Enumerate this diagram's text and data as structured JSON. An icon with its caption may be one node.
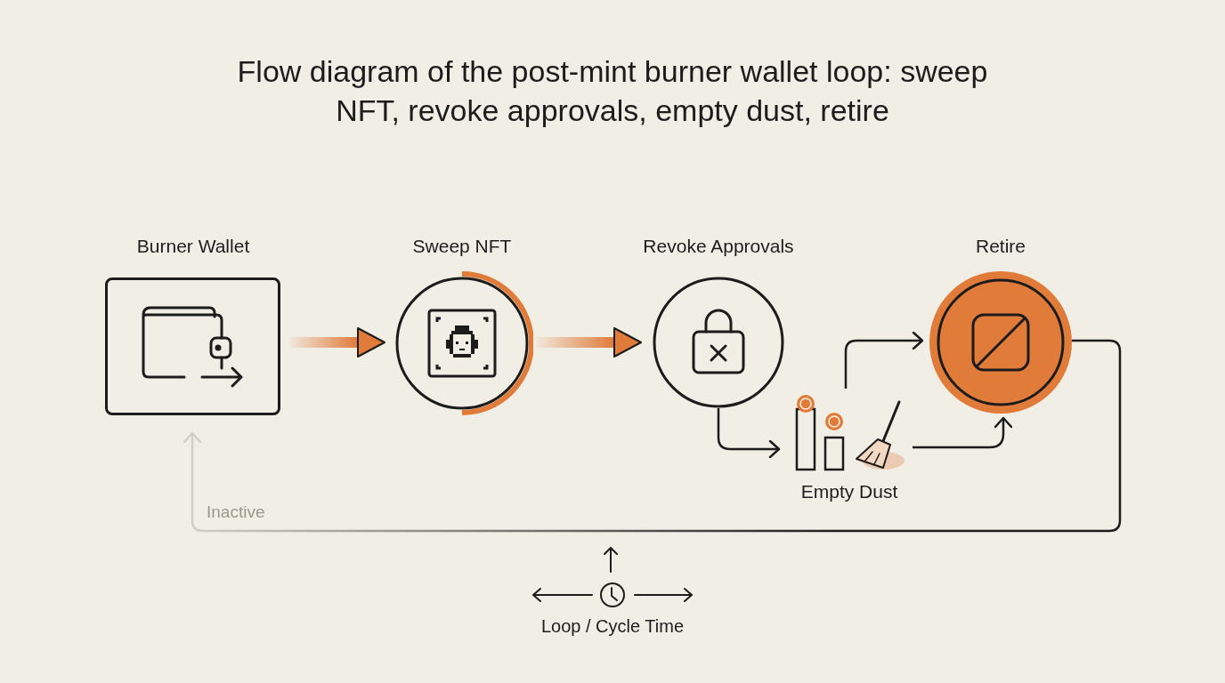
{
  "diagram": {
    "title": "Flow diagram of the post-mint burner wallet loop: sweep NFT, revoke approvals, empty dust, retire",
    "nodes": [
      {
        "text": [
          "Burner Wallet"
        ]
      },
      {
        "text": [
          "Sweep NFT"
        ]
      },
      {
        "text": [
          "Revoke Approvals"
        ]
      },
      {
        "text": [
          "Empty Dust"
        ]
      },
      {
        "text": [
          "Retire"
        ]
      }
    ],
    "edges": [
      {
        "from": 0,
        "to": 1,
        "arrow": "to",
        "style": "thick",
        "color": "#e07b3a"
      },
      {
        "from": 1,
        "to": 2,
        "arrow": "to",
        "style": "thick",
        "color": "#e07b3a"
      },
      {
        "from": 2,
        "to": 3,
        "arrow": "to"
      },
      {
        "from": 3,
        "to": 4,
        "arrow": "to"
      },
      {
        "from": 3,
        "to": 4,
        "arrow": "to"
      },
      {
        "from": 4,
        "to": 0,
        "arrow": "to",
        "label": "Inactive"
      }
    ],
    "labels": [
      "Loop / Cycle Time"
    ]
  }
}
